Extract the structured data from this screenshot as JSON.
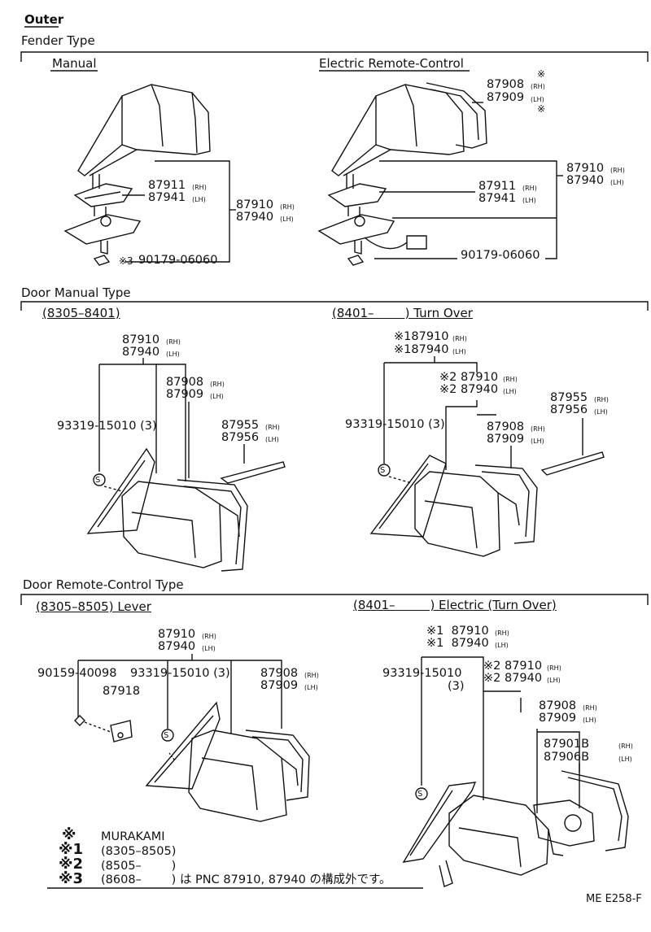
{
  "header": {
    "outer": "Outer",
    "fender_type": "Fender Type",
    "door_manual_type": "Door Manual Type",
    "door_remote_type": "Door Remote-Control Type"
  },
  "fender": {
    "manual": {
      "title": "Manual",
      "p1": "87911",
      "p1_side": "(RH)",
      "p2": "87941",
      "p2_side": "(LH)",
      "p3": "87910",
      "p3_side": "(RH)",
      "p4": "87940",
      "p4_side": "(LH)",
      "bolt_mark": "※3",
      "bolt": "90179-06060"
    },
    "electric": {
      "title": "Electric Remote-Control",
      "mark_top": "※",
      "p1": "87908",
      "p1_side": "(RH)",
      "p2": "87909",
      "p2_side": "(LH)",
      "mark_bottom": "※",
      "p3": "87910",
      "p3_side": "(RH)",
      "p4": "87940",
      "p4_side": "(LH)",
      "p5": "87911",
      "p5_side": "(RH)",
      "p6": "87941",
      "p6_side": "(LH)",
      "bolt": "90179-06060"
    }
  },
  "door_manual": {
    "left": {
      "title": "(8305–8401)",
      "p1": "87910",
      "p1_side": "(RH)",
      "p2": "87940",
      "p2_side": "(LH)",
      "p3": "87908",
      "p3_side": "(RH)",
      "p4": "87909",
      "p4_side": "(LH)",
      "screw": "93319-15010 (3)",
      "p5": "87955",
      "p5_side": "(RH)",
      "p6": "87956",
      "p6_side": "(LH)",
      "s_symbol": "S"
    },
    "right": {
      "title": "(8401–        ) Turn Over",
      "p1": "※187910",
      "p1_side": "(RH)",
      "p2": "※187940",
      "p2_side": "(LH)",
      "p3": "※2 87910",
      "p3_side": "(RH)",
      "p4": "※2 87940",
      "p4_side": "(LH)",
      "screw": "93319-15010 (3)",
      "p5": "87908",
      "p5_side": "(RH)",
      "p6": "87909",
      "p6_side": "(LH)",
      "p7": "87955",
      "p7_side": "(RH)",
      "p8": "87956",
      "p8_side": "(LH)",
      "s_symbol": "S"
    }
  },
  "door_remote": {
    "left": {
      "title": "(8305–8505) Lever",
      "p1": "87910",
      "p1_side": "(RH)",
      "p2": "87940",
      "p2_side": "(LH)",
      "bolt": "90159-40098",
      "screw": "93319-15010 (3)",
      "p3": "87908",
      "p3_side": "(RH)",
      "p4": "87909",
      "p4_side": "(LH)",
      "lever": "87918",
      "s_symbol": "S"
    },
    "right": {
      "title": "(8401–         ) Electric (Turn Over)",
      "p1": "※1  87910",
      "p1_side": "(RH)",
      "p2": "※1  87940",
      "p2_side": "(LH)",
      "p3": "※2 87910",
      "p3_side": "(RH)",
      "p4": "※2 87940",
      "p4_side": "(LH)",
      "screw": "93319-15010",
      "screw_qty": "(3)",
      "p5": "87908",
      "p5_side": "(RH)",
      "p6": "87909",
      "p6_side": "(LH)",
      "p7": "87901B",
      "p7_side": "(RH)",
      "p8": "87906B",
      "p8_side": "(LH)",
      "s_symbol": "S"
    }
  },
  "footnotes": {
    "m0": "※",
    "t0": "MURAKAMI",
    "m1": "※1",
    "t1": "(8305–8505)",
    "m2": "※2",
    "t2": "(8505–        )",
    "m3": "※3",
    "t3": "(8608–        ) は PNC 87910, 87940 の構成外です。"
  },
  "code": "ME E258-F"
}
